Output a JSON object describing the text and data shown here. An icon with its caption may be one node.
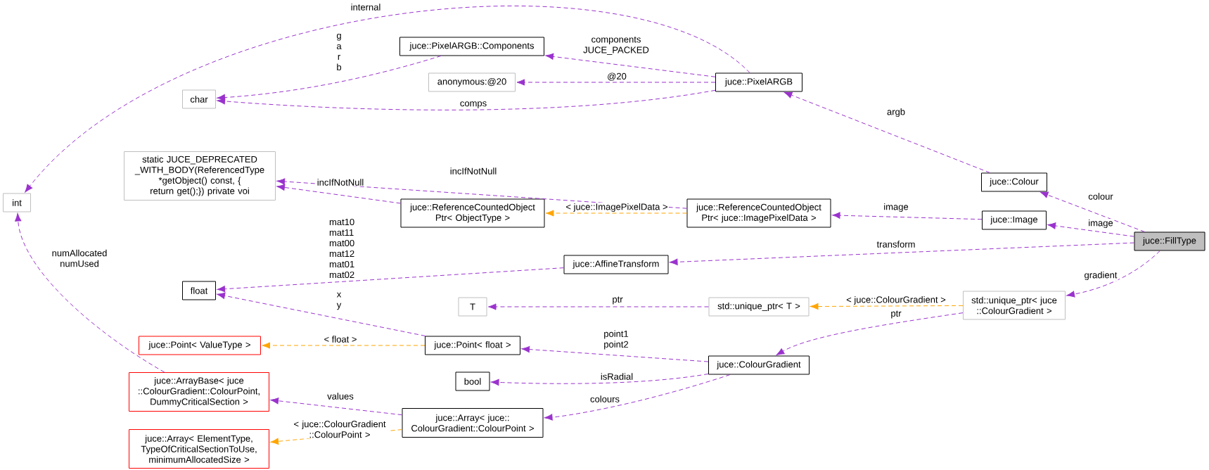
{
  "diagram": {
    "nodes": [
      {
        "text": [
          "int"
        ]
      },
      {
        "text": [
          "char"
        ]
      },
      {
        "text": [
          "static JUCE_DEPRECATED _WITH_BODY(ReferencedType *getObject() const, { return get();}) private voi"
        ]
      },
      {
        "text": [
          "float"
        ]
      },
      {
        "text": [
          "juce::Point< ValueType >"
        ]
      },
      {
        "text": [
          "juce::ArrayBase< juce ::ColourGradient::ColourPoint, DummyCriticalSection >"
        ]
      },
      {
        "text": [
          "juce::Array< ElementType, TypeOfCriticalSectionToUse, minimumAllocatedSize >"
        ]
      },
      {
        "text": [
          "juce::PixelARGB::Components"
        ]
      },
      {
        "text": [
          "anonymous:@20"
        ]
      },
      {
        "text": [
          "juce::ReferenceCountedObject Ptr< ObjectType >"
        ]
      },
      {
        "text": [
          "juce::PixelARGB"
        ]
      },
      {
        "text": [
          "juce::ReferenceCountedObject Ptr< juce::ImagePixelData >"
        ]
      },
      {
        "text": [
          "juce::AffineTransform"
        ]
      },
      {
        "text": [
          "T"
        ]
      },
      {
        "text": [
          "std::unique_ptr< T >"
        ]
      },
      {
        "text": [
          "juce::Point< float >"
        ]
      },
      {
        "text": [
          "bool"
        ]
      },
      {
        "text": [
          "juce::Array< juce:: ColourGradient::ColourPoint >"
        ]
      },
      {
        "text": [
          "juce::ColourGradient"
        ]
      },
      {
        "text": [
          "juce::Colour"
        ]
      },
      {
        "text": [
          "juce::Image"
        ]
      },
      {
        "text": [
          "juce::FillType"
        ]
      },
      {
        "text": [
          "std::unique_ptr< juce ::ColourGradient >"
        ]
      }
    ],
    "edges": [
      {
        "from": 21,
        "to": 19,
        "arrow": "to",
        "label": "colour",
        "style": "dashed"
      },
      {
        "from": 21,
        "to": 20,
        "arrow": "to",
        "label": "image",
        "style": "dashed"
      },
      {
        "from": 21,
        "to": 12,
        "arrow": "to",
        "label": "transform",
        "style": "dashed"
      },
      {
        "from": 21,
        "to": 22,
        "arrow": "to",
        "label": "gradient",
        "style": "dashed"
      },
      {
        "from": 19,
        "to": 10,
        "arrow": "to",
        "label": "argb",
        "style": "dashed"
      },
      {
        "from": 20,
        "to": 11,
        "arrow": "to",
        "label": "image",
        "style": "dashed"
      },
      {
        "from": 10,
        "to": 0,
        "arrow": "to",
        "label": "internal",
        "style": "dashed"
      },
      {
        "from": 10,
        "to": 7,
        "arrow": "to",
        "label": "components JUCE_PACKED",
        "style": "dashed"
      },
      {
        "from": 10,
        "to": 8,
        "arrow": "to",
        "label": "@20",
        "style": "dashed"
      },
      {
        "from": 10,
        "to": 1,
        "arrow": "to",
        "label": "comps",
        "style": "dashed"
      },
      {
        "from": 7,
        "to": 1,
        "arrow": "to",
        "label": "g a r b",
        "style": "dashed"
      },
      {
        "from": 11,
        "to": 9,
        "arrow": "to",
        "label": "< juce::ImagePixelData >",
        "style": "dashed",
        "color": "#ffa500"
      },
      {
        "from": 11,
        "to": 2,
        "arrow": "to",
        "label": "incIfNotNull",
        "style": "dashed"
      },
      {
        "from": 9,
        "to": 2,
        "arrow": "to",
        "label": "incIfNotNull",
        "style": "dashed"
      },
      {
        "from": 12,
        "to": 3,
        "arrow": "to",
        "label": "mat10 mat11 mat00 mat12 mat01 mat02",
        "style": "dashed"
      },
      {
        "from": 15,
        "to": 3,
        "arrow": "to",
        "label": "x y",
        "style": "dashed"
      },
      {
        "from": 15,
        "to": 4,
        "arrow": "to",
        "label": "< float >",
        "style": "dashed",
        "color": "#ffa500"
      },
      {
        "from": 18,
        "to": 15,
        "arrow": "to",
        "label": "point1 point2",
        "style": "dashed"
      },
      {
        "from": 18,
        "to": 16,
        "arrow": "to",
        "label": "isRadial",
        "style": "dashed"
      },
      {
        "from": 18,
        "to": 17,
        "arrow": "to",
        "label": "colours",
        "style": "dashed"
      },
      {
        "from": 17,
        "to": 5,
        "arrow": "to",
        "label": "values",
        "style": "dashed"
      },
      {
        "from": 17,
        "to": 6,
        "arrow": "to",
        "label": "< juce::ColourGradient ::ColourPoint >",
        "style": "dashed",
        "color": "#ffa500"
      },
      {
        "from": 5,
        "to": 0,
        "arrow": "to",
        "label": "numAllocated numUsed",
        "style": "dashed"
      },
      {
        "from": 14,
        "to": 13,
        "arrow": "to",
        "label": "ptr",
        "style": "dashed"
      },
      {
        "from": 22,
        "to": 14,
        "arrow": "to",
        "label": "< juce::ColourGradient >",
        "style": "dashed",
        "color": "#ffa500"
      },
      {
        "from": 22,
        "to": 18,
        "arrow": "to",
        "label": "ptr",
        "style": "dashed"
      }
    ]
  }
}
